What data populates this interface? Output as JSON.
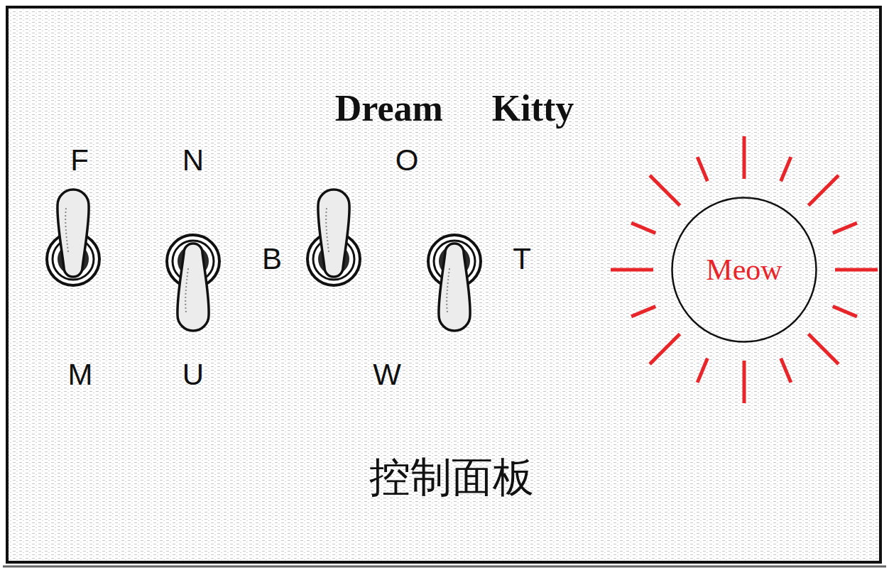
{
  "diagram": {
    "title": "Dream Kitty",
    "caption": "控制面板",
    "nodes": [
      {
        "text": [
          "Meow"
        ]
      }
    ],
    "labels": [
      "F",
      "N",
      "O",
      "B",
      "T",
      "M",
      "U",
      "W"
    ]
  }
}
